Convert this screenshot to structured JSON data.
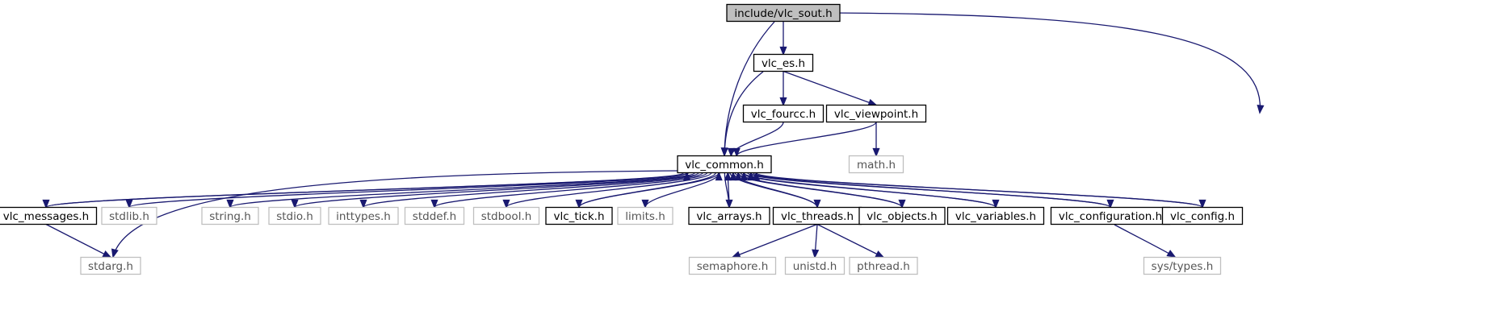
{
  "colors": {
    "edge": "#191970",
    "node_border": "#000000",
    "node_border_external": "#bfbfbf",
    "node_fill": "#ffffff",
    "root_fill": "#bfbfbf",
    "text": "#000000",
    "text_external": "#555555"
  },
  "nodes": [
    {
      "id": "vlc_sout",
      "label": "include/vlc_sout.h",
      "kind": "root"
    },
    {
      "id": "vlc_es",
      "label": "vlc_es.h",
      "kind": "local"
    },
    {
      "id": "vlc_fourcc",
      "label": "vlc_fourcc.h",
      "kind": "local"
    },
    {
      "id": "vlc_viewpoint",
      "label": "vlc_viewpoint.h",
      "kind": "local"
    },
    {
      "id": "vlc_common",
      "label": "vlc_common.h",
      "kind": "local"
    },
    {
      "id": "math",
      "label": "math.h",
      "kind": "system"
    },
    {
      "id": "vlc_messages",
      "label": "vlc_messages.h",
      "kind": "local"
    },
    {
      "id": "stdlib",
      "label": "stdlib.h",
      "kind": "system"
    },
    {
      "id": "string",
      "label": "string.h",
      "kind": "system"
    },
    {
      "id": "stdio",
      "label": "stdio.h",
      "kind": "system"
    },
    {
      "id": "inttypes",
      "label": "inttypes.h",
      "kind": "system"
    },
    {
      "id": "stddef",
      "label": "stddef.h",
      "kind": "system"
    },
    {
      "id": "stdbool",
      "label": "stdbool.h",
      "kind": "system"
    },
    {
      "id": "vlc_tick",
      "label": "vlc_tick.h",
      "kind": "local"
    },
    {
      "id": "limits",
      "label": "limits.h",
      "kind": "system"
    },
    {
      "id": "vlc_arrays",
      "label": "vlc_arrays.h",
      "kind": "local"
    },
    {
      "id": "vlc_threads",
      "label": "vlc_threads.h",
      "kind": "local"
    },
    {
      "id": "vlc_objects",
      "label": "vlc_objects.h",
      "kind": "local"
    },
    {
      "id": "vlc_variables",
      "label": "vlc_variables.h",
      "kind": "local"
    },
    {
      "id": "vlc_configuration",
      "label": "vlc_configuration.h",
      "kind": "local"
    },
    {
      "id": "vlc_config",
      "label": "vlc_config.h",
      "kind": "local"
    },
    {
      "id": "stdarg",
      "label": "stdarg.h",
      "kind": "system"
    },
    {
      "id": "semaphore",
      "label": "semaphore.h",
      "kind": "system"
    },
    {
      "id": "unistd",
      "label": "unistd.h",
      "kind": "system"
    },
    {
      "id": "pthread",
      "label": "pthread.h",
      "kind": "system"
    },
    {
      "id": "sys_types",
      "label": "sys/types.h",
      "kind": "system"
    }
  ],
  "edges": [
    {
      "from": "vlc_sout",
      "to": "vlc_es"
    },
    {
      "from": "vlc_sout",
      "to": "vlc_common"
    },
    {
      "from": "vlc_sout",
      "to": "sys_types"
    },
    {
      "from": "vlc_es",
      "to": "vlc_common"
    },
    {
      "from": "vlc_es",
      "to": "vlc_fourcc"
    },
    {
      "from": "vlc_es",
      "to": "vlc_viewpoint"
    },
    {
      "from": "vlc_fourcc",
      "to": "vlc_common"
    },
    {
      "from": "vlc_viewpoint",
      "to": "vlc_common"
    },
    {
      "from": "vlc_viewpoint",
      "to": "math"
    },
    {
      "from": "vlc_common",
      "to": "vlc_messages"
    },
    {
      "from": "vlc_common",
      "to": "stdlib"
    },
    {
      "from": "vlc_common",
      "to": "string"
    },
    {
      "from": "vlc_common",
      "to": "stdio"
    },
    {
      "from": "vlc_common",
      "to": "inttypes"
    },
    {
      "from": "vlc_common",
      "to": "stddef"
    },
    {
      "from": "vlc_common",
      "to": "stdbool"
    },
    {
      "from": "vlc_common",
      "to": "vlc_tick"
    },
    {
      "from": "vlc_common",
      "to": "limits"
    },
    {
      "from": "vlc_common",
      "to": "vlc_arrays"
    },
    {
      "from": "vlc_common",
      "to": "vlc_threads"
    },
    {
      "from": "vlc_common",
      "to": "vlc_objects"
    },
    {
      "from": "vlc_common",
      "to": "vlc_variables"
    },
    {
      "from": "vlc_common",
      "to": "vlc_configuration"
    },
    {
      "from": "vlc_common",
      "to": "vlc_config"
    },
    {
      "from": "vlc_common",
      "to": "stdarg"
    },
    {
      "from": "vlc_messages",
      "to": "vlc_common"
    },
    {
      "from": "vlc_messages",
      "to": "stdarg"
    },
    {
      "from": "vlc_tick",
      "to": "vlc_common"
    },
    {
      "from": "vlc_arrays",
      "to": "vlc_common"
    },
    {
      "from": "vlc_threads",
      "to": "vlc_common"
    },
    {
      "from": "vlc_threads",
      "to": "semaphore"
    },
    {
      "from": "vlc_threads",
      "to": "unistd"
    },
    {
      "from": "vlc_threads",
      "to": "pthread"
    },
    {
      "from": "vlc_objects",
      "to": "vlc_common"
    },
    {
      "from": "vlc_variables",
      "to": "vlc_common"
    },
    {
      "from": "vlc_configuration",
      "to": "vlc_common"
    },
    {
      "from": "vlc_configuration",
      "to": "sys_types"
    },
    {
      "from": "vlc_config",
      "to": "vlc_common"
    }
  ]
}
